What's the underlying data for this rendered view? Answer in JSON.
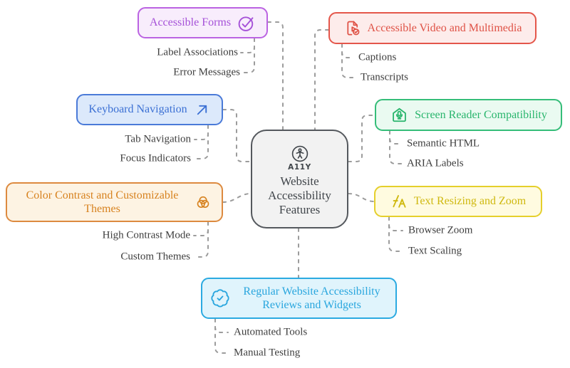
{
  "title": "Website Accessibility Features",
  "center": {
    "badge": "A11Y",
    "label": "Website Accessibility Features",
    "icon": "accessibility-icon",
    "colors": {
      "border": "#54585d",
      "bg": "#f2f2f2",
      "text": "#41464b"
    }
  },
  "branches": [
    {
      "id": "accessible-forms",
      "label": "Accessible Forms",
      "icon": "check-circle-icon",
      "colors": {
        "border": "#bb63e2",
        "bg": "#f8edfc",
        "text": "#a551d8"
      },
      "items": [
        "Label Associations",
        "Error Messages"
      ]
    },
    {
      "id": "accessible-video",
      "label": "Accessible Video and Multimedia",
      "icon": "video-file-check-icon",
      "colors": {
        "border": "#e4564a",
        "bg": "#fdeceb",
        "text": "#df5246"
      },
      "items": [
        "Captions",
        "Transcripts"
      ]
    },
    {
      "id": "keyboard-navigation",
      "label": "Keyboard Navigation",
      "icon": "arrow-up-right-icon",
      "colors": {
        "border": "#4a7ad8",
        "bg": "#dce9fb",
        "text": "#3b70d4"
      },
      "items": [
        "Tab Navigation",
        "Focus Indicators"
      ]
    },
    {
      "id": "screen-reader",
      "label": "Screen Reader Compatibility",
      "icon": "home-microphone-icon",
      "colors": {
        "border": "#35bd79",
        "bg": "#eafaf1",
        "text": "#28b56c"
      },
      "items": [
        "Semantic HTML",
        "ARIA Labels"
      ]
    },
    {
      "id": "color-contrast",
      "label": "Color Contrast and Customizable Themes",
      "icon": "venn-diagram-icon",
      "colors": {
        "border": "#dd8a3f",
        "bg": "#fdf3e3",
        "text": "#d7821f"
      },
      "items": [
        "High Contrast Mode",
        "Custom Themes"
      ]
    },
    {
      "id": "text-resizing",
      "label": "Text Resizing and Zoom",
      "icon": "font-size-icon",
      "colors": {
        "border": "#e5cf2b",
        "bg": "#fffbe0",
        "text": "#cfb80f"
      },
      "items": [
        "Browser Zoom",
        "Text Scaling"
      ]
    },
    {
      "id": "regular-reviews",
      "label": "Regular Website Accessibility Reviews and Widgets",
      "icon": "badge-check-icon",
      "colors": {
        "border": "#2baae1",
        "bg": "#e0f4fc",
        "text": "#29a6de"
      },
      "items": [
        "Automated Tools",
        "Manual Testing"
      ]
    }
  ],
  "colors": {
    "connector": "#9c9c9c",
    "sub_item_text": "#3e3e3e",
    "background": "#ffffff"
  }
}
